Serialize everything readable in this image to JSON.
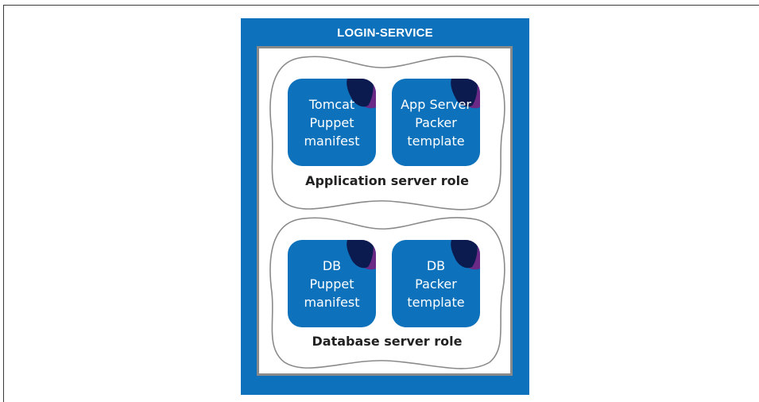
{
  "service": {
    "title": "LOGIN-SERVICE"
  },
  "roles": [
    {
      "label": "Application server role",
      "cards": [
        {
          "lines": [
            "Tomcat",
            "Puppet",
            "manifest"
          ]
        },
        {
          "lines": [
            "App Server",
            "Packer",
            "template"
          ]
        }
      ]
    },
    {
      "label": "Database server role",
      "cards": [
        {
          "lines": [
            "DB",
            "Puppet",
            "manifest"
          ]
        },
        {
          "lines": [
            "DB",
            "Packer",
            "template"
          ]
        }
      ]
    }
  ],
  "colors": {
    "service_blue": "#0d72bb",
    "card_blue": "#0d72bb",
    "corner_dark": "#0b1a4f",
    "corner_purple": "#6a2a86",
    "inner_border": "#8a8a8a"
  }
}
